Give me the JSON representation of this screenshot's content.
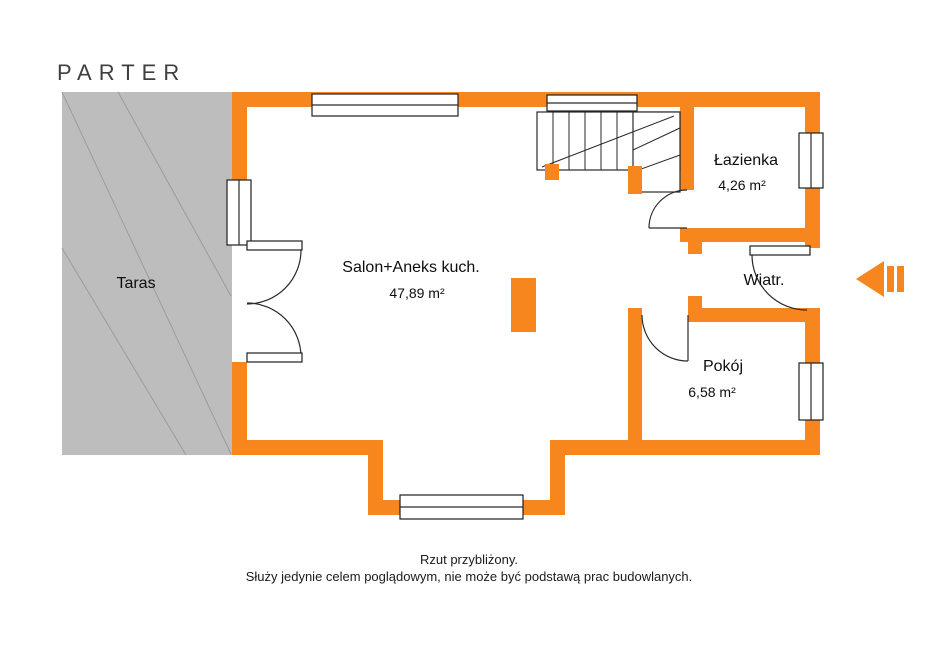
{
  "title": "PARTER",
  "colors": {
    "wall": "#F6861D",
    "terrace": "#BDBDBD"
  },
  "rooms": {
    "taras": {
      "name": "Taras"
    },
    "salon": {
      "name": "Salon+Aneks kuch.",
      "area": "47,89 m²"
    },
    "lazienka": {
      "name": "Łazienka",
      "area": "4,26 m²"
    },
    "wiatr": {
      "name": "Wiatr."
    },
    "pokoj": {
      "name": "Pokój",
      "area": "6,58 m²"
    }
  },
  "footer": {
    "line1": "Rzut przybliżony.",
    "line2": "Służy jedynie celem poglądowym, nie może być podstawą prac budowlanych."
  }
}
